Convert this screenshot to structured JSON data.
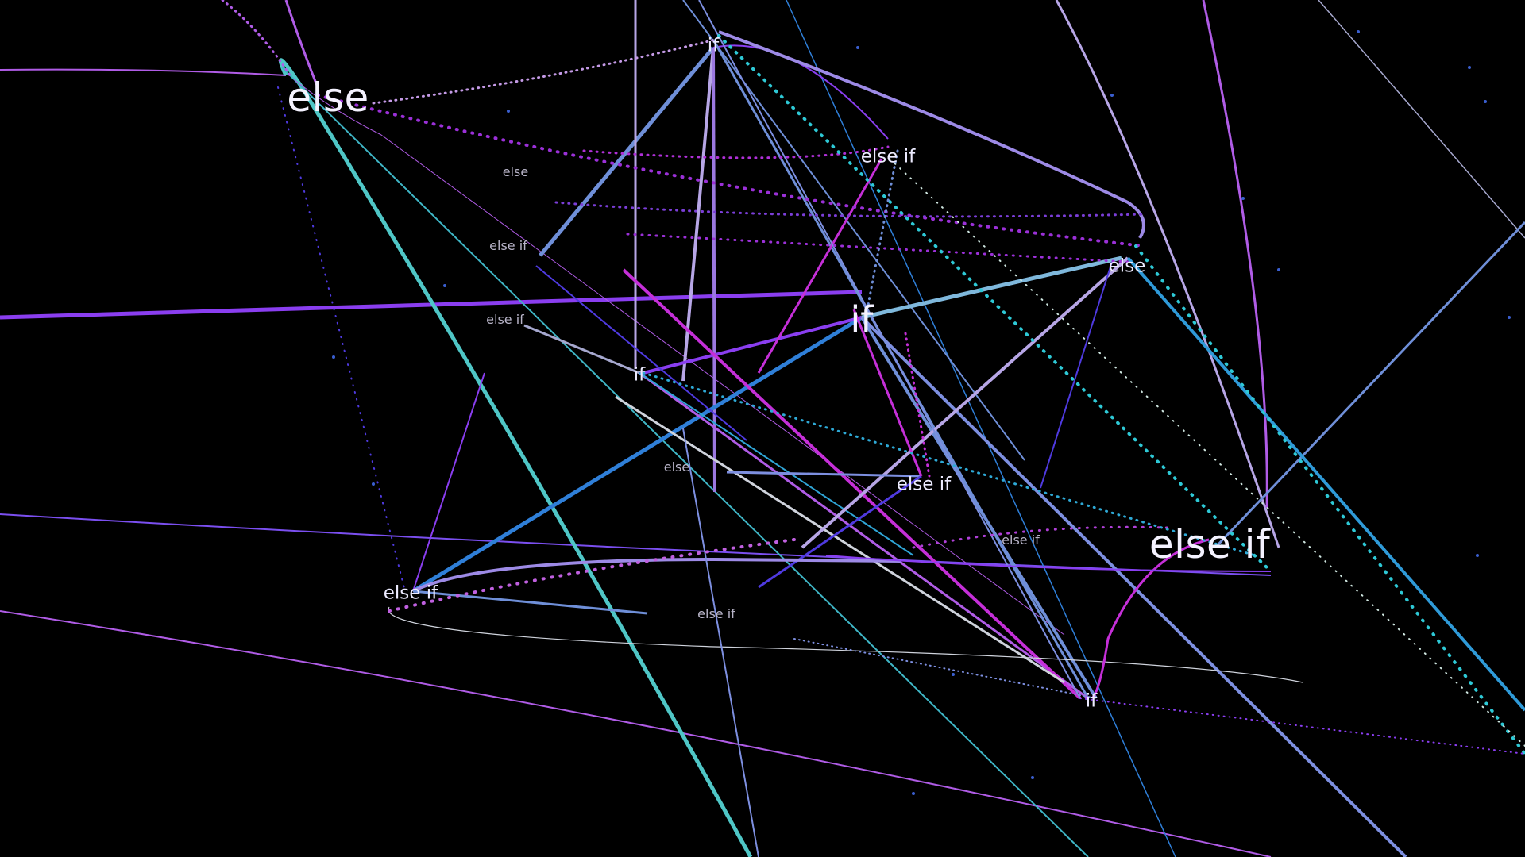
{
  "labels": {
    "else_large_top_left": "else",
    "if_top_center": "if",
    "else_if_top_right_center": "else if",
    "else_right": "else",
    "if_large_center": "if",
    "if_center_left": "if",
    "else_if_center": "else if",
    "else_if_large_right": "else if",
    "else_if_lower_left": "else if",
    "if_lower_right": "if",
    "else_small_a": "else",
    "else_if_small_a": "else if",
    "else_if_small_b": "else if",
    "else_small_b": "else",
    "else_if_small_c": "else if",
    "else_if_small_d": "else if"
  },
  "colors": {
    "background": "#000000",
    "violet": "#8a3ef0",
    "purple": "#b05ce6",
    "magenta": "#c52fd8",
    "lavender": "#b7a6e6",
    "periwinkle": "#7d8fe0",
    "steel_blue": "#6f8fd8",
    "azure": "#2f7fd8",
    "cyan": "#2ec9d6",
    "teal": "#4fc6c6",
    "silver": "#cfd3dc",
    "indigo": "#4f3ae0"
  }
}
